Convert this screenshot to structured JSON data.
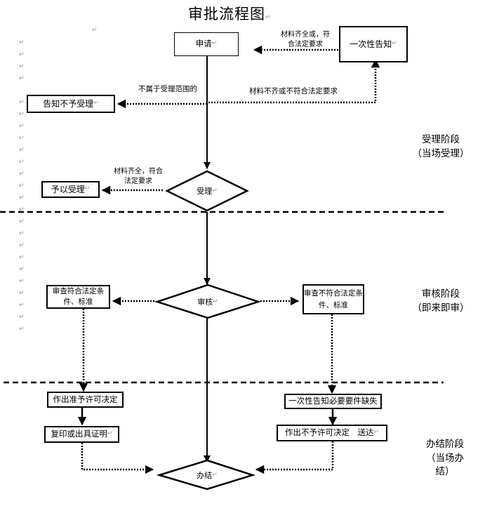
{
  "title": "审批流程图",
  "paragraph_mark": "↵",
  "nodes": {
    "apply": "申请",
    "one_time_notice": "一次性告知",
    "notify_reject": "告知不予受理",
    "grant_accept": "予以受理",
    "accept": "受理",
    "review": "审核",
    "review_pass": "审查符合法定条件、标准",
    "review_fail": "审查不符合法定条件、标准",
    "grant_license": "作出准予许可决定",
    "copy_certificate": "复印或出具证明",
    "notify_missing": "一次性告知必要要件缺失",
    "deny_license": "作出不予许可决定　送达",
    "complete": "办结"
  },
  "edge_labels": {
    "materials_complete_or": "材料齐全或，符合法定要求",
    "not_in_scope": "不属于受理范围的",
    "materials_incomplete": "材料不齐或不符合法定要求",
    "materials_complete": "材料齐全，符合法定要求"
  },
  "stages": [
    {
      "name": "受理阶段",
      "sub": "（当场受理）"
    },
    {
      "name": "审核阶段",
      "sub": "（即来即审）"
    },
    {
      "name": "办结阶段",
      "sub": "（当场办结）"
    }
  ]
}
